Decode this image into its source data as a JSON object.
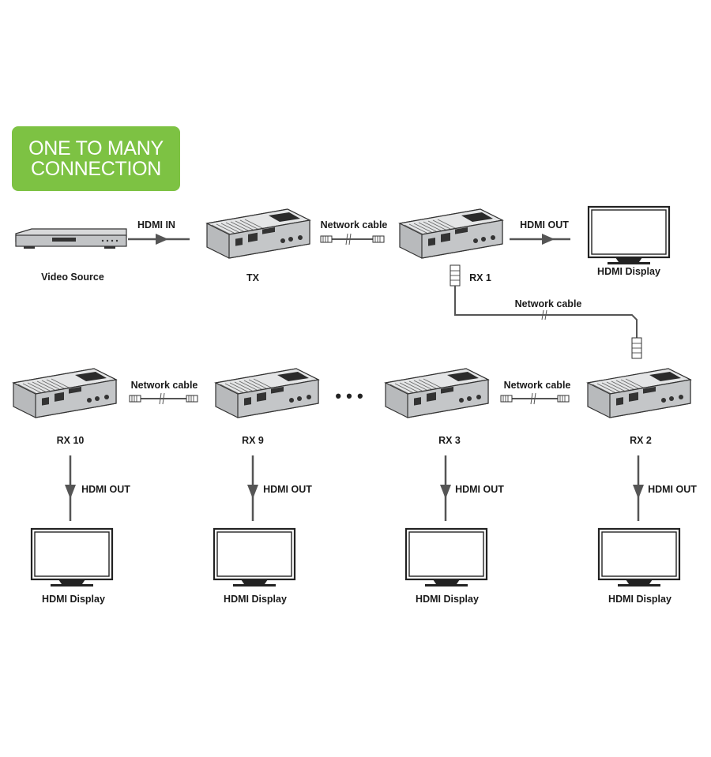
{
  "badge": {
    "line1": "ONE TO MANY",
    "line2": "CONNECTION",
    "color": "#7dc243"
  },
  "labels": {
    "video_source": "Video Source",
    "hdmi_in": "HDMI IN",
    "tx": "TX",
    "network_cable_tx_rx1": "Network cable",
    "rx1": "RX 1",
    "hdmi_out_rx1": "HDMI OUT",
    "hdmi_display_rx1": "HDMI Display",
    "network_cable_rx1_rx2": "Network cable",
    "network_cable_rx10_rx9": "Network cable",
    "ellipsis": "• • •",
    "network_cable_rx3_rx2": "Network cable",
    "rx10": "RX 10",
    "rx9": "RX 9",
    "rx3": "RX 3",
    "rx2": "RX 2",
    "hdmi_out_rx10": "HDMI OUT",
    "hdmi_out_rx9": "HDMI OUT",
    "hdmi_out_rx3": "HDMI OUT",
    "hdmi_out_rx2": "HDMI OUT",
    "display_rx10": "HDMI Display",
    "display_rx9": "HDMI Display",
    "display_rx3": "HDMI Display",
    "display_rx2": "HDMI Display"
  },
  "colors": {
    "line": "#555555",
    "arrow": "#555555",
    "device_body": "#c9cbcc",
    "device_dark": "#3a3a3a"
  }
}
